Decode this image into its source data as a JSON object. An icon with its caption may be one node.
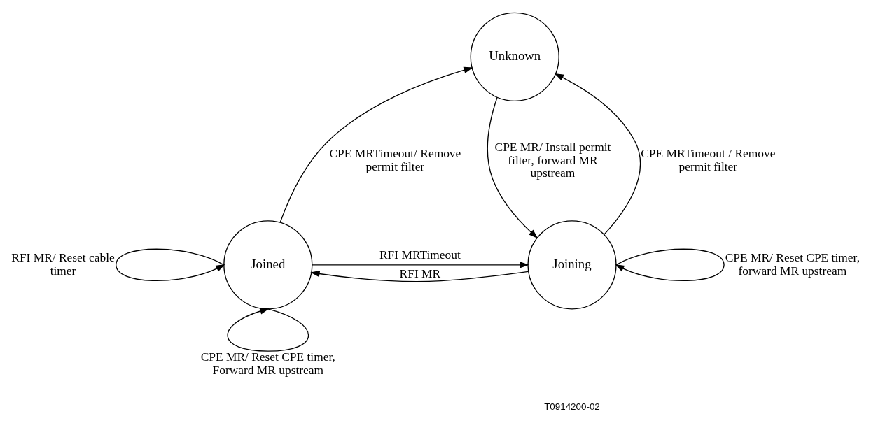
{
  "diagram": {
    "nodes": [
      {
        "text": [
          "Unknown"
        ]
      },
      {
        "text": [
          "Joined"
        ]
      },
      {
        "text": [
          "Joining"
        ]
      }
    ],
    "edges": [
      {
        "from": 1,
        "to": 0,
        "arrow": "to",
        "label": "CPE MRTimeout/ Remove permit filter"
      },
      {
        "from": 0,
        "to": 2,
        "arrow": "to",
        "label": "CPE MR/ Install permit filter, forward MR upstream"
      },
      {
        "from": 2,
        "to": 0,
        "arrow": "to",
        "label": "CPE MRTimeout / Remove permit filter"
      },
      {
        "from": 2,
        "to": 2,
        "arrow": "to",
        "label": "CPE MR/ Reset CPE timer, forward MR upstream"
      },
      {
        "from": 2,
        "to": 1,
        "arrow": "to",
        "label": "RFI MR"
      },
      {
        "from": 1,
        "to": 2,
        "arrow": "to",
        "label": "RFI MRTimeout"
      },
      {
        "from": 1,
        "to": 1,
        "arrow": "to",
        "label": "RFI MR/ Reset cable timer"
      },
      {
        "from": 1,
        "to": 1,
        "arrow": "to",
        "label": "CPE MR/ Reset CPE timer, Forward MR upstream"
      }
    ],
    "labels": [
      "T0914200-02"
    ]
  }
}
